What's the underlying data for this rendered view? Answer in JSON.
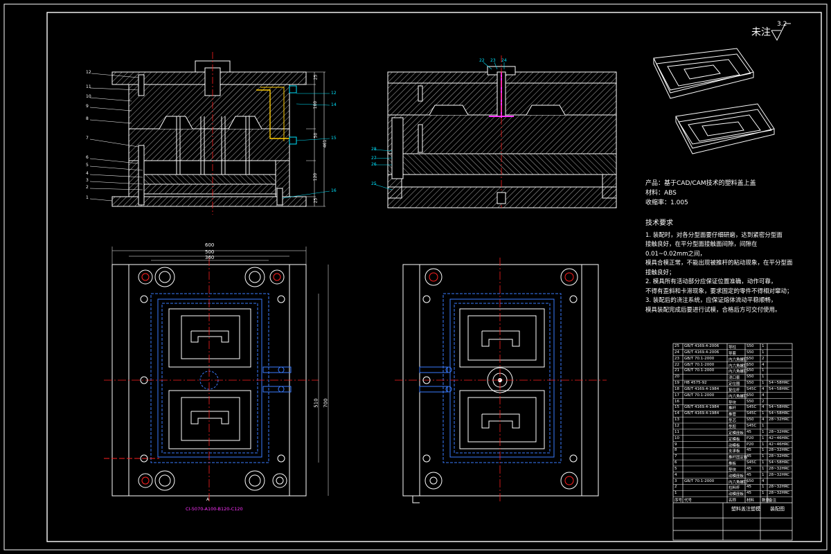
{
  "drawing": {
    "roughness_label": "未注",
    "roughness_value": "3.2",
    "product_line": "产品：基于CAD/CAM技术的塑料盖上盖",
    "material_line": "材料：ABS",
    "shrink_line": "收缩率：1.005",
    "tech_title": "技术要求",
    "tech_lines": [
      "1. 装配时，对各分型面要仔细研磨，达到紧密分型面",
      "接触良好，在平分型面接触面间隙，间隙在",
      "0.01~0.02mm之间，",
      "模具合模正常，不能出现被推杆的粘动现象，在平分型面",
      "接触良好；",
      "2. 模具所有活动部分应保证位置准确，动作可靠，",
      "不得有歪斜和卡滞现象，要求固定的零件不得相对窜动；",
      "3. 装配后的浇注系统，应保证熔体流动平稳顺畅，",
      "模具装配完成后要进行试模，合格后方可交付使用。"
    ],
    "dims": {
      "top_600": "600",
      "top_500": "500",
      "top_360": "360",
      "right_510": "510",
      "right_700": "700",
      "section_A": "A",
      "side_25a": "25",
      "side_100": "100",
      "side_50": "50",
      "side_461": "461",
      "side_120": "120",
      "side_25b": "25"
    },
    "mold_base_code": "CI-5070-A100-B120-C120",
    "left_leaders": [
      "12",
      "11",
      "10",
      "9",
      "8",
      "7",
      "6",
      "5",
      "4",
      "3",
      "2",
      "1"
    ],
    "right_leaders_a": [
      "12",
      "14",
      "15",
      "16"
    ],
    "mid_leaders": [
      "28",
      "27",
      "26",
      "25"
    ],
    "top_leaders": [
      "22",
      "23",
      "24"
    ],
    "bom_rows": [
      [
        "25",
        "GB/T 4169.4-2006",
        "导柱",
        "S50",
        "1",
        ""
      ],
      [
        "24",
        "GB/T 4169.4-2006",
        "导套",
        "S50",
        "1",
        ""
      ],
      [
        "23",
        "GB/T 70.1-2000",
        "内六角螺钉",
        "S50",
        "2",
        ""
      ],
      [
        "22",
        "GB/T 70.1-2000",
        "内六角螺钉",
        "S50",
        "4",
        ""
      ],
      [
        "21",
        "GB/T 70.1-2000",
        "内六角螺钉",
        "S50",
        "1",
        ""
      ],
      [
        "20",
        "",
        "浇口套",
        "S50",
        "1",
        ""
      ],
      [
        "19",
        "HB 4575-92",
        "定位圈",
        "S50",
        "1",
        "54~58HRC"
      ],
      [
        "18",
        "GB/T 4169.4-1984",
        "复位杆",
        "S45C",
        "4",
        "54~58HRC"
      ],
      [
        "17",
        "GB/T 70.1-2000",
        "内六角螺钉",
        "S50",
        "4",
        ""
      ],
      [
        "16",
        "",
        "垫块",
        "S50",
        "2",
        ""
      ],
      [
        "15",
        "GB/T 4169.4-1984",
        "推杆",
        "S45C",
        "4",
        "54~58HRC"
      ],
      [
        "14",
        "GB/T 4169.4-1984",
        "推管",
        "S45C",
        "1",
        "54~58HRC"
      ],
      [
        "13",
        "",
        "型芯",
        "S50",
        "4",
        "28~32HRC"
      ],
      [
        "12",
        "",
        "型腔",
        "S45C",
        "1",
        ""
      ],
      [
        "11",
        "",
        "定模座板",
        "45",
        "1",
        "28~32HRC"
      ],
      [
        "10",
        "",
        "定模板",
        "P20",
        "1",
        "42~46HRC"
      ],
      [
        "9",
        "",
        "动模板",
        "P20",
        "1",
        "42~46HRC"
      ],
      [
        "8",
        "",
        "支承板",
        "45",
        "1",
        "28~32HRC"
      ],
      [
        "7",
        "",
        "推杆固定板",
        "45",
        "1",
        "28~32HRC"
      ],
      [
        "6",
        "",
        "推板",
        "S45C",
        "1",
        "54~58HRC"
      ],
      [
        "5",
        "",
        "垫块",
        "45",
        "1",
        "28~32HRC"
      ],
      [
        "4",
        "",
        "动模座板",
        "45",
        "1",
        "28~32HRC"
      ],
      [
        "3",
        "GB/T 70.1-2000",
        "内六角螺钉",
        "S50",
        "4",
        ""
      ],
      [
        "2",
        "",
        "拉料杆",
        "45",
        "1",
        "28~32HRC"
      ],
      [
        "1",
        "",
        "动模座板",
        "45",
        "1",
        "28~32HRC"
      ]
    ],
    "bom_header": [
      "序号",
      "代号",
      "名称",
      "材料",
      "数量",
      "备注"
    ],
    "title_block": {
      "name": "塑料盖注塑模",
      "code": "装配图"
    }
  },
  "colors": {
    "line": "#ffffff",
    "center": "#ff2020",
    "hidden_blue": "#3a7bff",
    "cyan": "#00e5ff",
    "yellow": "#ffcc00",
    "magenta": "#ff33ff",
    "pink": "#ff6fa0"
  }
}
